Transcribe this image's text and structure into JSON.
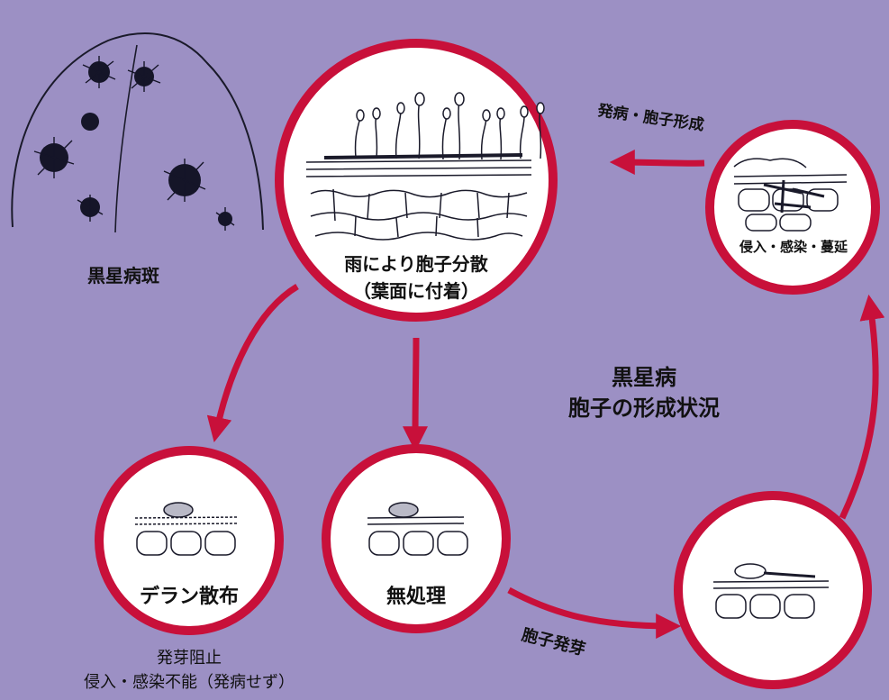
{
  "colors": {
    "background": "#9c90c4",
    "ring": "#c8103a",
    "arrow": "#c8103a",
    "circle_fill": "#ffffff",
    "ink": "#111111"
  },
  "leaf": {
    "caption": "黒星病斑"
  },
  "center": {
    "title": "黒星病",
    "subtitle": "胞子の形成状況"
  },
  "nodes": {
    "spread": {
      "line1": "雨により胞子分散",
      "line2": "（葉面に付着）"
    },
    "infection": {
      "label": "侵入・感染・蔓延"
    },
    "sporulation_label": "発病・胞子形成",
    "delan": {
      "label": "デラン散布"
    },
    "untreated": {
      "label": "無処理"
    },
    "germination_label": "胞子発芽"
  },
  "delan_effect": {
    "line1": "発芽阻止",
    "line2": "侵入・感染不能（発病せず）"
  }
}
